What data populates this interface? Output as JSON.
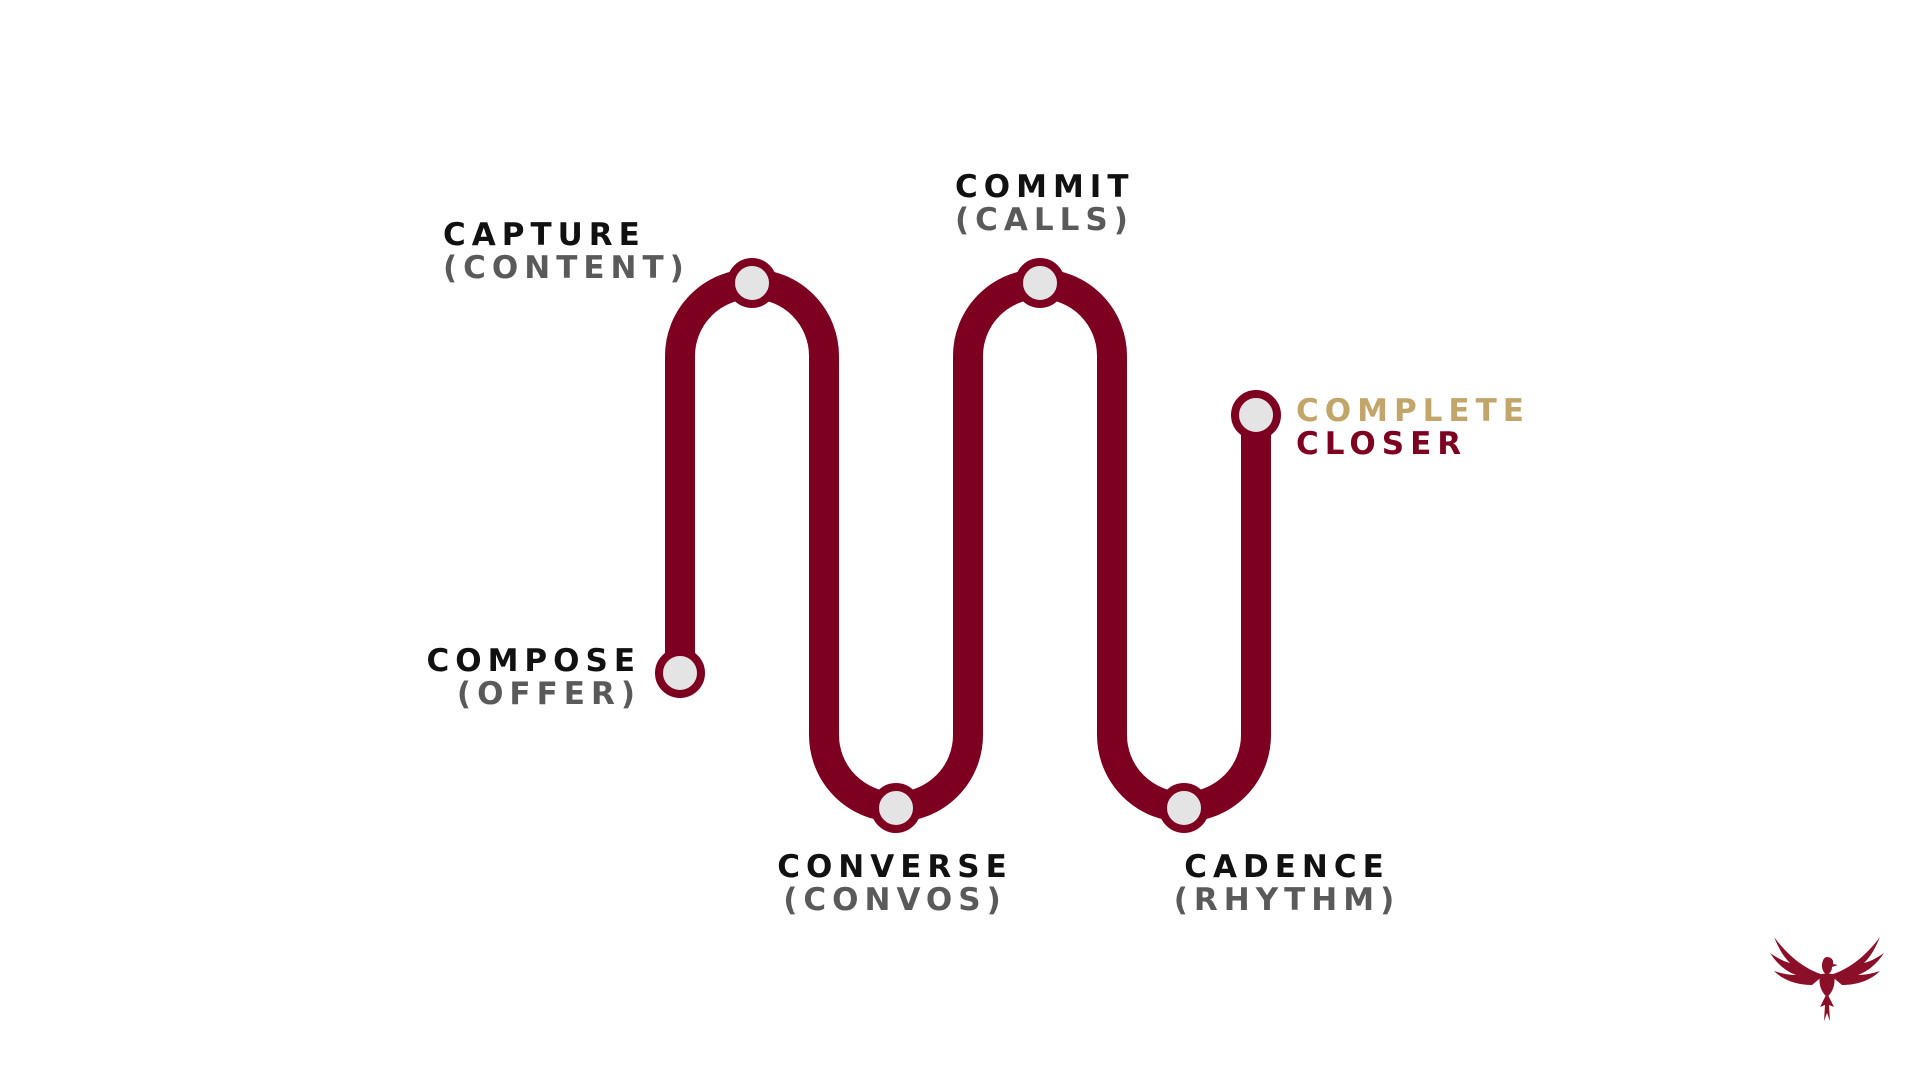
{
  "diagram": {
    "path_color": "#7d0020",
    "node_fill": "#e4e4e4",
    "steps": [
      {
        "title": "COMPOSE",
        "subtitle": "(OFFER)"
      },
      {
        "title": "CAPTURE",
        "subtitle": "(CONTENT)"
      },
      {
        "title": "CONVERSE",
        "subtitle": "(CONVOS)"
      },
      {
        "title": "COMMIT",
        "subtitle": "(CALLS)"
      },
      {
        "title": "CADENCE",
        "subtitle": "(RHYTHM)"
      }
    ],
    "final": {
      "line1": "COMPLETE",
      "line2": "CLOSER",
      "line1_color": "#c2a56a",
      "line2_color": "#7d0020"
    }
  },
  "logo": {
    "icon": "phoenix-logo-icon",
    "color": "#8c0f2a"
  }
}
